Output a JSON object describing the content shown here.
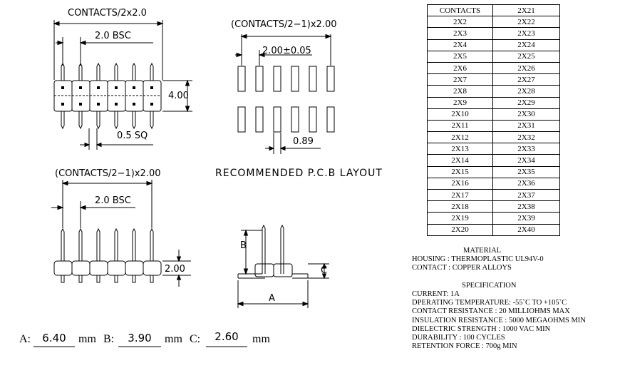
{
  "drawing": {
    "top_view": {
      "width_label": "CONTACTS/2x2.0",
      "pitch_label": "2.0 BSC",
      "height_label": "4.00",
      "pin_label": "0.5 SQ"
    },
    "pcb_layout": {
      "width_label": "(CONTACTS/2−1)x2.00",
      "pitch_label": "2.00±0.05",
      "hole_label": "0.89",
      "caption": "RECOMMENDED P.C.B LAYOUT"
    },
    "front_view": {
      "width_label": "(CONTACTS/2−1)x2.00",
      "pitch_label": "2.0 BSC",
      "height_label": "2.00"
    },
    "side_view": {
      "dim_b": "B",
      "dim_c": "C",
      "dim_a": "A"
    }
  },
  "contacts_table": {
    "header": [
      "CONTACTS",
      "2X21"
    ],
    "rows": [
      [
        "2X2",
        "2X22"
      ],
      [
        "2X3",
        "2X23"
      ],
      [
        "2X4",
        "2X24"
      ],
      [
        "2X5",
        "2X25"
      ],
      [
        "2X6",
        "2X26"
      ],
      [
        "2X7",
        "2X27"
      ],
      [
        "2X8",
        "2X28"
      ],
      [
        "2X9",
        "2X29"
      ],
      [
        "2X10",
        "2X30"
      ],
      [
        "2X11",
        "2X31"
      ],
      [
        "2X12",
        "2X32"
      ],
      [
        "2X13",
        "2X33"
      ],
      [
        "2X14",
        "2X34"
      ],
      [
        "2X15",
        "2X35"
      ],
      [
        "2X16",
        "2X36"
      ],
      [
        "2X17",
        "2X37"
      ],
      [
        "2X18",
        "2X38"
      ],
      [
        "2X19",
        "2X39"
      ],
      [
        "2X20",
        "2X40"
      ]
    ]
  },
  "material": {
    "title": "MATERIAL",
    "housing": "HOUSING :  THERMOPLASTIC UL94V-0",
    "contact": "CONTACT :  COPPER ALLOYS"
  },
  "specification": {
    "title": "SPECIFICATION",
    "lines": [
      "CURRENT: 1A",
      "DPERATING TEMPERATURE:  -55˚C  TO +105˚C",
      "CONTACT RESISTANCE : 20 MILLIOHMS MAX",
      "INSULATION RESISTANCE : 5000 MEGAOHMS MIN",
      "DIELECTRIC STRENGTH : 1000 VAC MIN",
      "DURABILITY : 100 CYCLES",
      "RETENTION FORCE : 700g MIN"
    ]
  },
  "dimensions": {
    "a_label": "A:",
    "a_value": "6.40",
    "a_unit": "mm",
    "b_label": "B:",
    "b_value": "3.90",
    "b_unit": "mm",
    "c_label": "C:",
    "c_value": "2.60",
    "c_unit": "mm"
  }
}
